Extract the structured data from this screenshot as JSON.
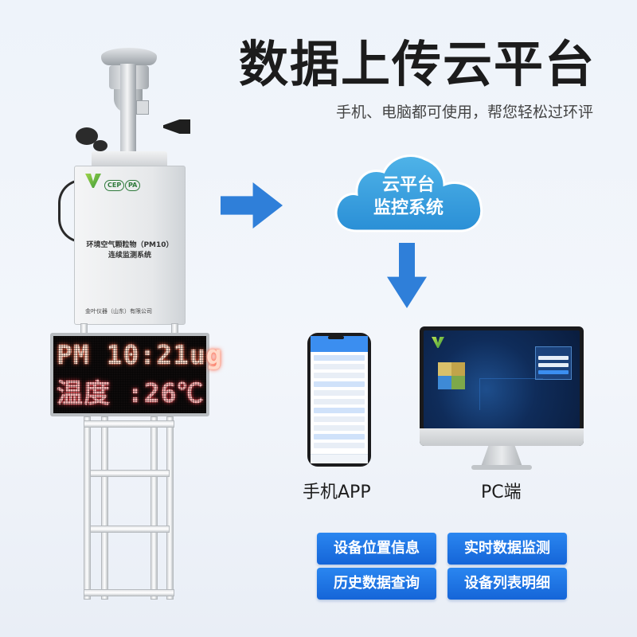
{
  "header": {
    "title": "数据上传云平台",
    "subtitle": "手机、电脑都可使用，帮您轻松过环评"
  },
  "station": {
    "cabinet_label_line1": "环境空气颗粒物（PM10）",
    "cabinet_label_line2": "连续监测系统",
    "cabinet_footer": "金叶仪器（山东）有限公司",
    "badges": [
      "CEP",
      "PA"
    ],
    "led_line1": "PM 10:21ug",
    "led_line2": "温度 :26℃"
  },
  "cloud": {
    "line1": "云平台",
    "line2": "监控系统"
  },
  "devices": {
    "phone_label": "手机APP",
    "pc_label": "PC端"
  },
  "features": [
    {
      "label": "设备位置信息"
    },
    {
      "label": "实时数据监测"
    },
    {
      "label": "历史数据查询"
    },
    {
      "label": "设备列表明细"
    }
  ],
  "colors": {
    "accent_blue": "#2f7fd9",
    "button_blue": "#1a70e0",
    "cloud_top": "#4fb3e8",
    "cloud_bottom": "#2a8fd6",
    "led_red": "#ff5a3a"
  },
  "icons": {
    "flow_right": "arrow-right-icon",
    "flow_down": "arrow-down-icon",
    "cloud": "cloud-icon"
  }
}
